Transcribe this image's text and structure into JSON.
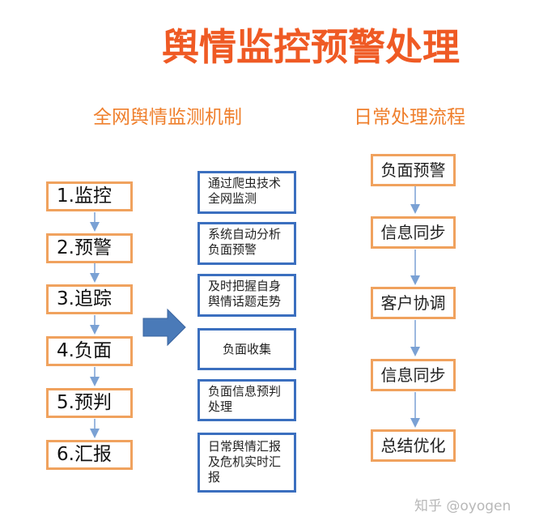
{
  "title": "舆情监控预警处理",
  "left_heading": "全网舆情监测机制",
  "right_heading": "日常处理流程",
  "steps": [
    "1.监控",
    "2.预警",
    "3.追踪",
    "4.负面",
    "5.预判",
    "6.汇报"
  ],
  "details": [
    [
      "通过爬虫技术",
      "全网监测"
    ],
    [
      "系统自动分析",
      "负面预警"
    ],
    [
      "及时把握自身",
      "舆情话题走势"
    ],
    [
      "负面收集"
    ],
    [
      "负面信息预判",
      "处理"
    ],
    [
      "日常舆情汇报",
      "及危机实时汇",
      "报"
    ]
  ],
  "process": [
    "负面预警",
    "信息同步",
    "客户协调",
    "信息同步",
    "总结优化"
  ],
  "watermark": "知乎 @oyogen",
  "colors": {
    "title": "#ef5a24",
    "heading": "#ef7f2c",
    "orange_border": "#f0a25e",
    "blue_border": "#3b6fbf",
    "arrow": "#4a7ab8"
  }
}
